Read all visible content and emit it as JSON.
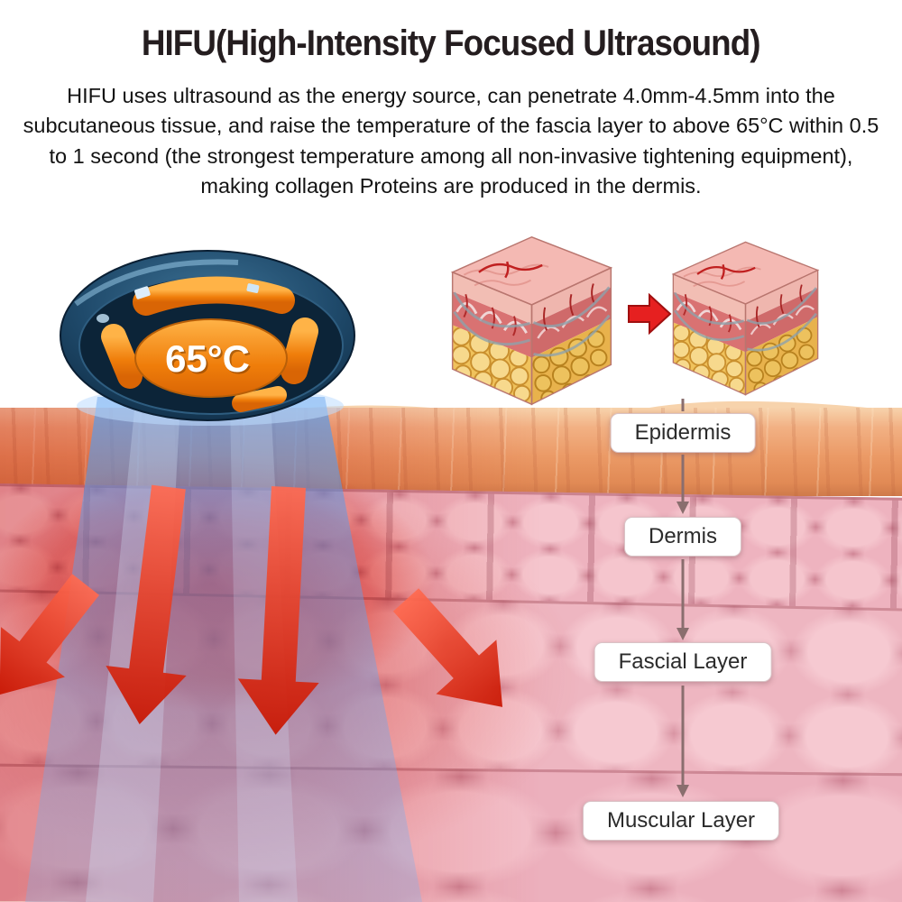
{
  "title": "HIFU(High-Intensity Focused Ultrasound)",
  "description": "HIFU uses ultrasound as the energy source, can penetrate 4.0mm-4.5mm into the subcutaneous tissue, and raise the temperature of the fascia layer to above 65°C within 0.5 to 1 second (the strongest temperature among all non-invasive tightening equipment), making collagen Proteins are produced in the dermis.",
  "device": {
    "temperature": "65°C"
  },
  "skin_layers": {
    "epidermis": "Epidermis",
    "dermis": "Dermis",
    "fascial": "Fascial Layer",
    "muscular": "Muscular Layer"
  },
  "colors": {
    "title_text": "#241d1f",
    "beam_blue": "#5a9ae8",
    "heat_red": "#e02810",
    "device_navy": "#1f4a6b",
    "device_orange": "#f08318",
    "skin_surface": "#eb9a66",
    "skin_pink": "#f2bcc6",
    "label_border": "#d9c3c6"
  }
}
